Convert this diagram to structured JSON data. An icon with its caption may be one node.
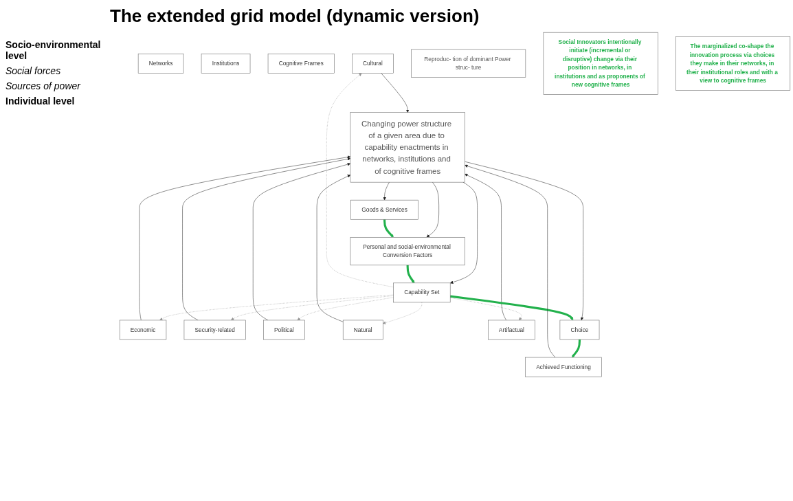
{
  "diagram": {
    "title": "The extended grid model (dynamic version)",
    "nodes": [
      {
        "text": [
          "Networks"
        ]
      },
      {
        "text": [
          "Institutions"
        ]
      },
      {
        "text": [
          "Cognitive Frames"
        ]
      },
      {
        "text": [
          "Cultural"
        ]
      },
      {
        "text": [
          "Economic"
        ]
      },
      {
        "text": [
          "Security-related"
        ]
      },
      {
        "text": [
          "Political"
        ]
      },
      {
        "text": [
          "Natural"
        ]
      },
      {
        "text": [
          "Artifactual"
        ]
      },
      {
        "text": [
          "Changing power structure of a given area due to capability enactments in networks, institutions and of cognitive frames"
        ]
      },
      {
        "text": [
          "Reproduc- tion of dominant Power struc- ture"
        ]
      },
      {
        "text": [
          "Social Innovators intentionally initiate (incremental or disruptive) change via their position in networks, in institutions and as proponents of new cognitive frames"
        ]
      },
      {
        "text": [
          "The marginalized co-shape the innovation process via choices they make in their networks, in their institutional roles and with a view to cognitive frames"
        ]
      },
      {
        "text": [
          "Goods & Services"
        ]
      },
      {
        "text": [
          "Personal and social-environmental Conversion Factors"
        ]
      },
      {
        "text": [
          "Capability Set"
        ]
      },
      {
        "text": [
          "Choice"
        ]
      },
      {
        "text": [
          "Achieved Functioning"
        ]
      }
    ],
    "edges": [
      {
        "from": 3,
        "to": 9,
        "arrow": "to"
      },
      {
        "from": 4,
        "to": 9,
        "arrow": "to"
      },
      {
        "from": 5,
        "to": 9,
        "arrow": "to"
      },
      {
        "from": 6,
        "to": 9,
        "arrow": "to"
      },
      {
        "from": 7,
        "to": 9,
        "arrow": "to"
      },
      {
        "from": 8,
        "to": 9,
        "arrow": "to"
      },
      {
        "from": 15,
        "to": 3,
        "arrow": "to",
        "style": "dashed",
        "color": "#999999"
      },
      {
        "from": 15,
        "to": 4,
        "arrow": "to",
        "style": "dashed",
        "color": "#999999"
      },
      {
        "from": 15,
        "to": 5,
        "arrow": "to",
        "style": "dashed",
        "color": "#999999"
      },
      {
        "from": 15,
        "to": 6,
        "arrow": "to",
        "style": "dashed",
        "color": "#999999"
      },
      {
        "from": 15,
        "to": 7,
        "arrow": "to",
        "style": "dashed",
        "color": "#999999"
      },
      {
        "from": 15,
        "to": 8,
        "arrow": "to",
        "style": "dashed",
        "color": "#999999"
      },
      {
        "from": 9,
        "to": 13,
        "arrow": "to"
      },
      {
        "from": 9,
        "to": 14,
        "arrow": "to"
      },
      {
        "from": 9,
        "to": 15,
        "arrow": "to"
      },
      {
        "from": 9,
        "to": 16,
        "arrow": "to"
      },
      {
        "from": 13,
        "to": 14,
        "arrow": "to",
        "style": "thick",
        "color": "#22b14c"
      },
      {
        "from": 14,
        "to": 15,
        "arrow": "to",
        "style": "thick",
        "color": "#22b14c"
      },
      {
        "from": 15,
        "to": 16,
        "arrow": "to",
        "style": "thick",
        "color": "#22b14c"
      },
      {
        "from": 16,
        "to": 17,
        "arrow": "to",
        "style": "thick",
        "color": "#22b14c"
      },
      {
        "from": 17,
        "to": 9,
        "arrow": "to"
      }
    ],
    "labels": [
      "Socio-environmental level",
      "Social forces",
      "Sources of power",
      "Individual level"
    ]
  }
}
